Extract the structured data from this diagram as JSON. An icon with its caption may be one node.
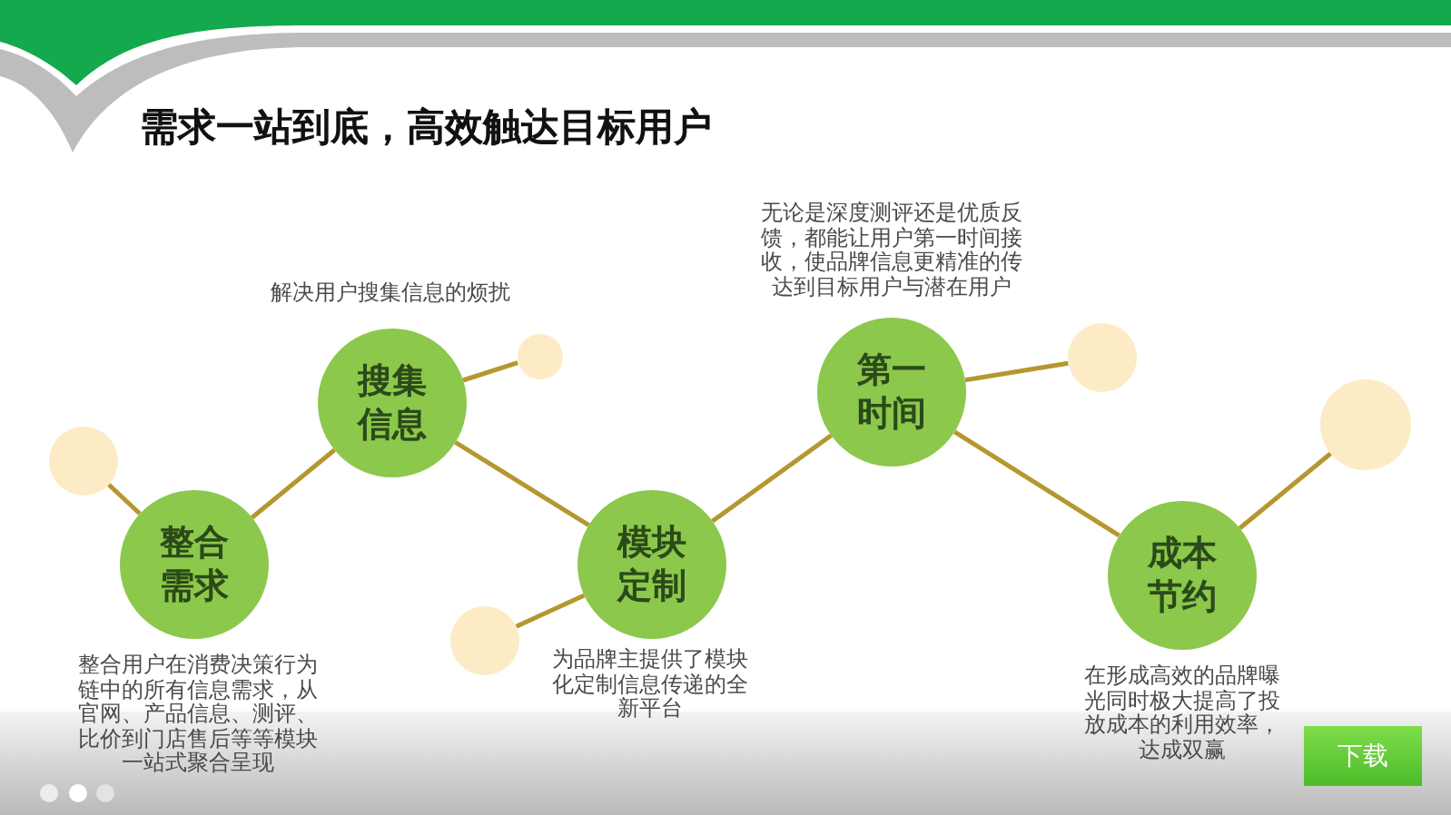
{
  "diagram": {
    "title": "需求一站到底，高效触达目标用户",
    "nodes": [
      {
        "text": [],
        "shape": "circle"
      },
      {
        "text": [
          "整合需求"
        ],
        "beside": [
          "整合用户在消费决策行为链中的所有信息需求，从官网、产品信息、测评、比价到门店售后等等模块一站式聚合呈现"
        ]
      },
      {
        "text": [
          "搜集信息"
        ],
        "beside": [
          "解决用户搜集信息的烦扰"
        ]
      },
      {
        "text": [],
        "shape": "circle"
      },
      {
        "text": [],
        "shape": "circle"
      },
      {
        "text": [
          "模块定制"
        ],
        "beside": [
          "为品牌主提供了模块化定制信息传递的全新平台"
        ]
      },
      {
        "text": [
          "第一时间"
        ],
        "beside": [
          "无论是深度测评还是优质反馈，都能让用户第一时间接收，使品牌信息更精准的传达到目标用户与潜在用户"
        ]
      },
      {
        "text": [],
        "shape": "circle"
      },
      {
        "text": [
          "成本节约"
        ],
        "beside": [
          "在形成高效的品牌曝光同时极大提高了投放成本的利用效率，达成双赢"
        ]
      },
      {
        "text": [],
        "shape": "circle"
      }
    ],
    "edges": [
      {
        "from": 0,
        "to": 1,
        "arrow": "none"
      },
      {
        "from": 1,
        "to": 2,
        "arrow": "none"
      },
      {
        "from": 2,
        "to": 3,
        "arrow": "none"
      },
      {
        "from": 2,
        "to": 5,
        "arrow": "none"
      },
      {
        "from": 5,
        "to": 4,
        "arrow": "none"
      },
      {
        "from": 5,
        "to": 6,
        "arrow": "none"
      },
      {
        "from": 6,
        "to": 7,
        "arrow": "none"
      },
      {
        "from": 6,
        "to": 8,
        "arrow": "none"
      },
      {
        "from": 8,
        "to": 9,
        "arrow": "none"
      }
    ],
    "labels": [
      "下载"
    ]
  }
}
